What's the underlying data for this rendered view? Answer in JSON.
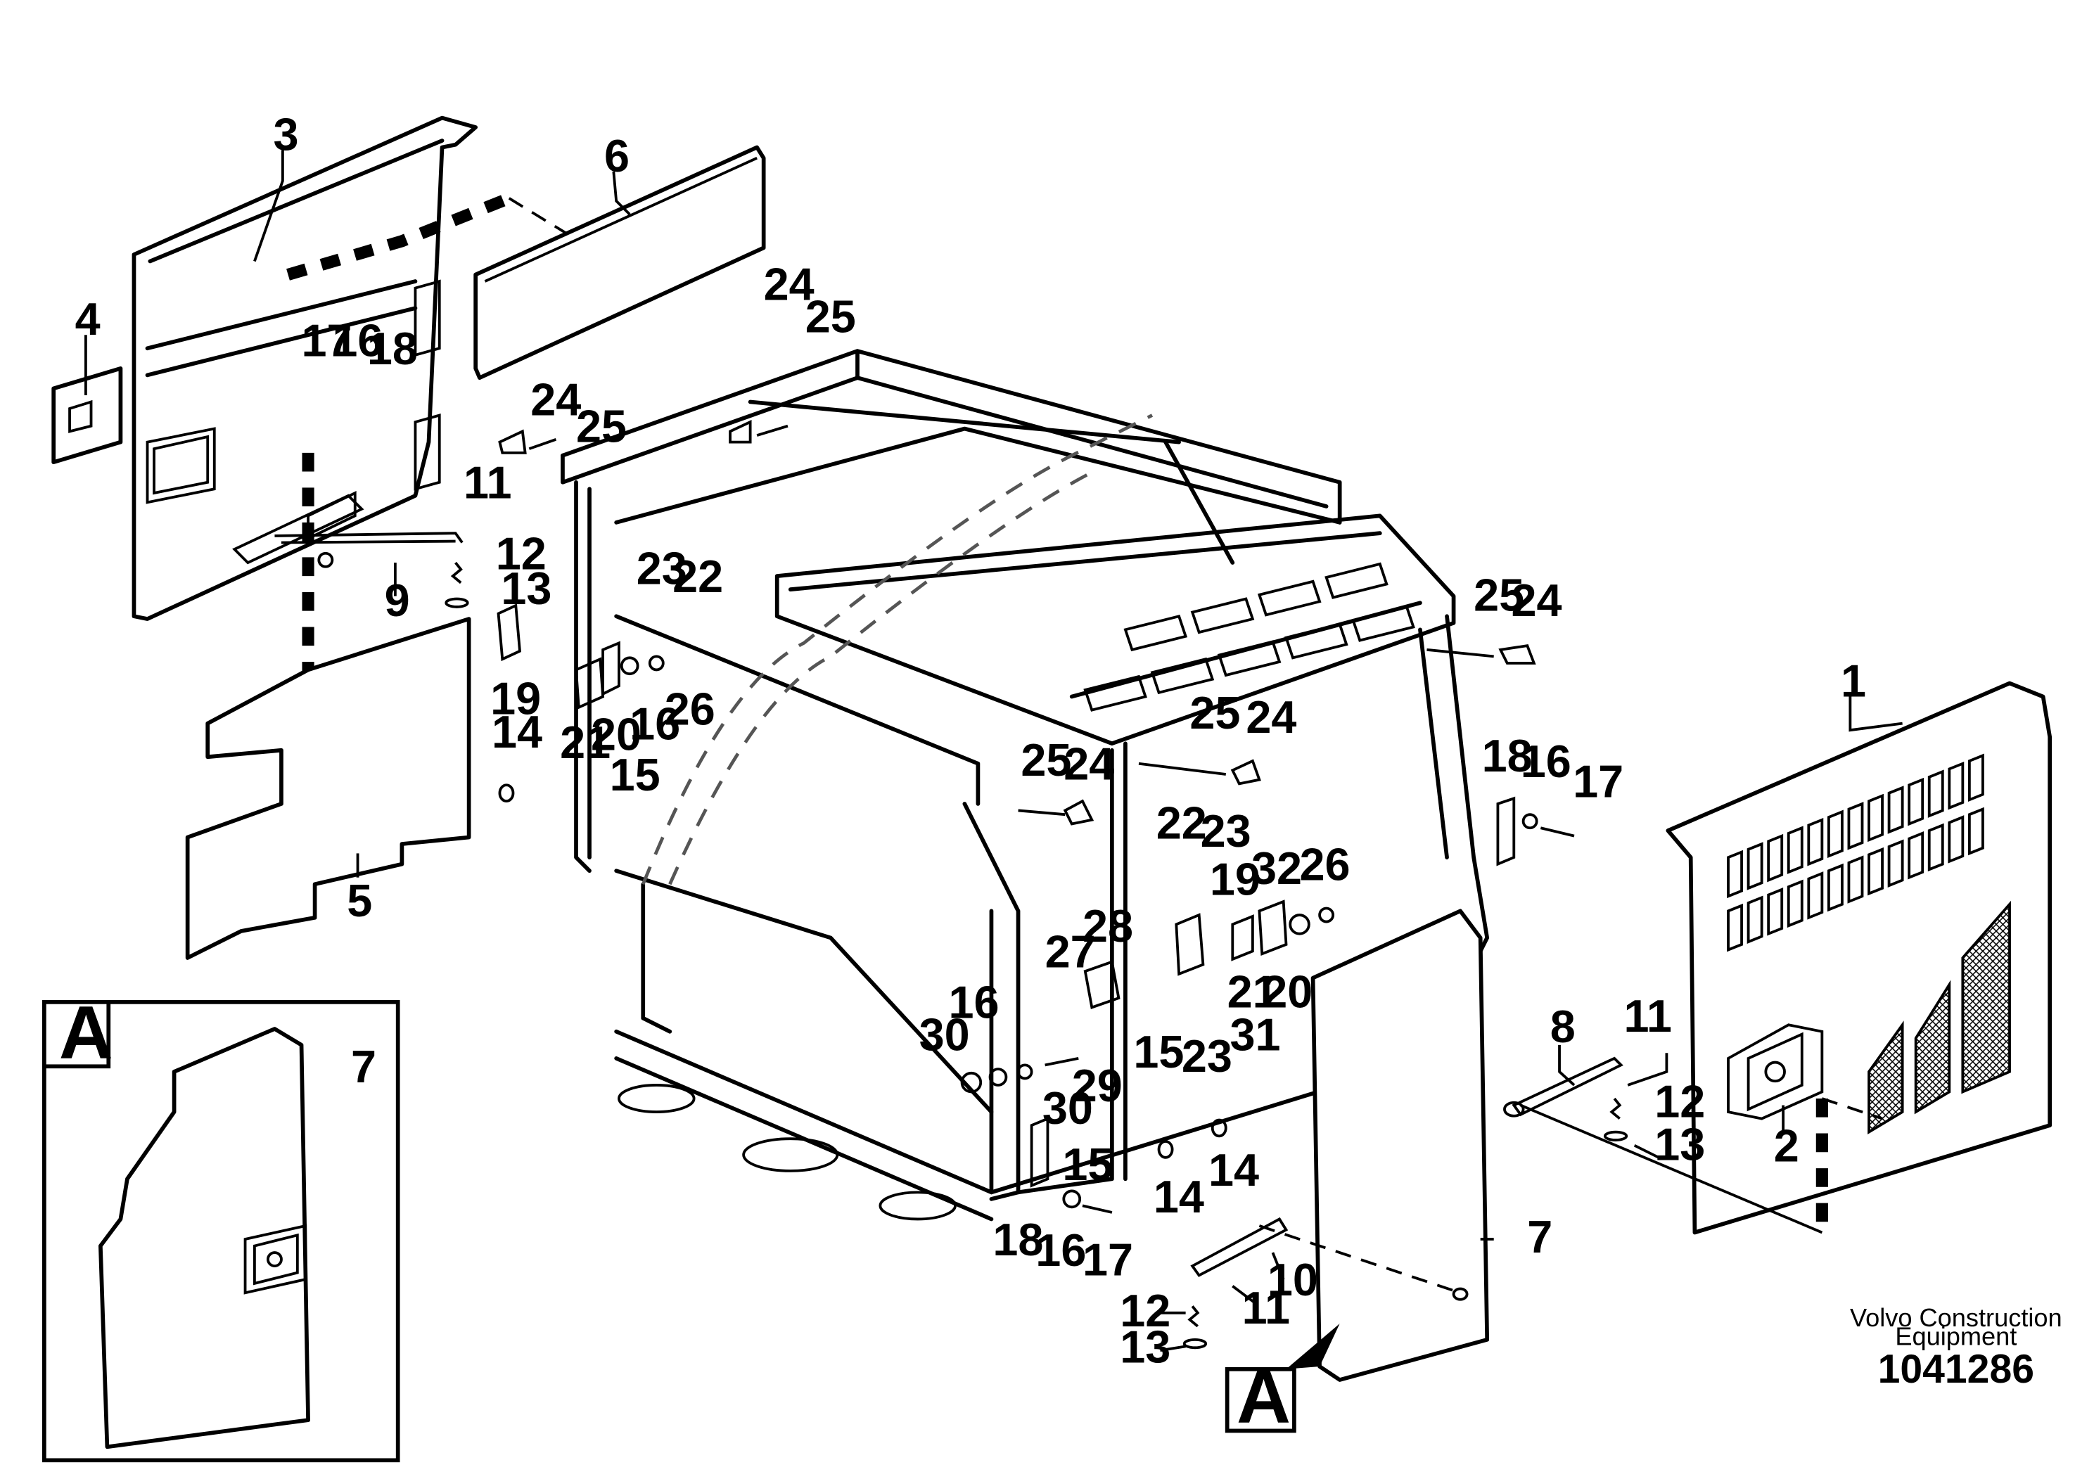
{
  "view_labels": {
    "detail": "A",
    "pointer": "A"
  },
  "brand": {
    "line1": "Volvo Construction",
    "line2": "Equipment"
  },
  "reference_number": "1041286",
  "callouts": {
    "c1": "1",
    "c2": "2",
    "c3": "3",
    "c4": "4",
    "c5": "5",
    "c6": "6",
    "c7_detail": "7",
    "c7_main": "7",
    "c8": "8",
    "c9": "9",
    "c10": "10",
    "c11_a": "11",
    "c11_b": "11",
    "c11_c": "11",
    "c12_a": "12",
    "c12_b": "12",
    "c12_c": "12",
    "c13_a": "13",
    "c13_b": "13",
    "c13_c": "13",
    "c14_a": "14",
    "c14_b": "14",
    "c14_c": "14",
    "c15_a": "15",
    "c15_b": "15",
    "c15_c": "15",
    "c16_a": "16",
    "c16_b": "16",
    "c16_c": "16",
    "c16_d": "16",
    "c16_e": "16",
    "c17_a": "17",
    "c17_b": "17",
    "c17_c": "17",
    "c18_a": "18",
    "c18_b": "18",
    "c18_c": "18",
    "c19_a": "19",
    "c19_b": "19",
    "c20_a": "20",
    "c20_b": "20",
    "c21_a": "21",
    "c21_b": "21",
    "c22_a": "22",
    "c22_b": "22",
    "c23_a": "23",
    "c23_b": "23",
    "c23_c": "23",
    "c24_a": "24",
    "c24_b": "24",
    "c24_c": "24",
    "c24_d": "24",
    "c24_e": "24",
    "c25_a": "25",
    "c25_b": "25",
    "c25_c": "25",
    "c25_d": "25",
    "c25_e": "25",
    "c26_a": "26",
    "c26_b": "26",
    "c27": "27",
    "c28": "28",
    "c29": "29",
    "c30_a": "30",
    "c30_b": "30",
    "c31": "31",
    "c32": "32"
  }
}
